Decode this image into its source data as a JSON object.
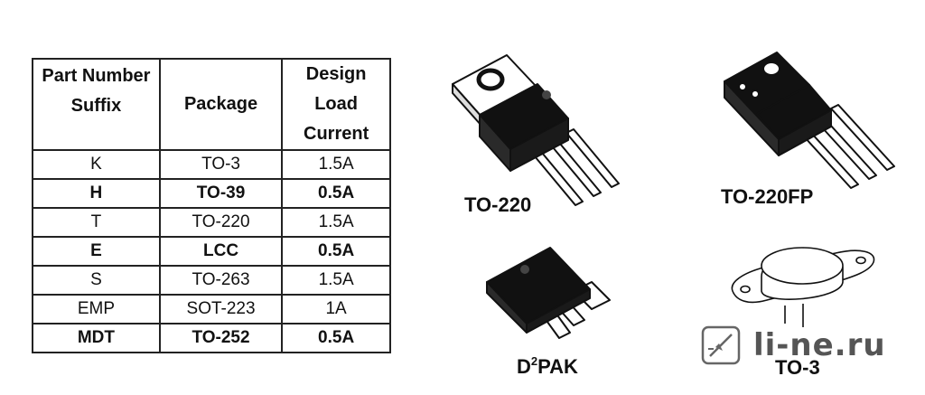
{
  "table": {
    "headers": {
      "suffix": [
        "Part Number",
        "Suffix"
      ],
      "package": "Package",
      "current": [
        "Design",
        "Load",
        "Current"
      ]
    },
    "rows": [
      {
        "suffix": "K",
        "package": "TO-3",
        "current": "1.5A",
        "bold": false
      },
      {
        "suffix": "H",
        "package": "TO-39",
        "current": "0.5A",
        "bold": true
      },
      {
        "suffix": "T",
        "package": "TO-220",
        "current": "1.5A",
        "bold": false
      },
      {
        "suffix": "E",
        "package": "LCC",
        "current": "0.5A",
        "bold": true
      },
      {
        "suffix": "S",
        "package": "TO-263",
        "current": "1.5A",
        "bold": false
      },
      {
        "suffix": "EMP",
        "package": "SOT-223",
        "current": "1A",
        "bold": false
      },
      {
        "suffix": "MDT",
        "package": "TO-252",
        "current": "0.5A",
        "bold": true
      }
    ]
  },
  "packages": {
    "to220": "TO-220",
    "to220fp": "TO-220FP",
    "d2pak_prefix": "D",
    "d2pak_sup": "2",
    "d2pak_suffix": "PAK",
    "to3": "TO-3"
  },
  "watermark": {
    "text": "li-ne.ru",
    "icon": "diode-pen-icon"
  }
}
